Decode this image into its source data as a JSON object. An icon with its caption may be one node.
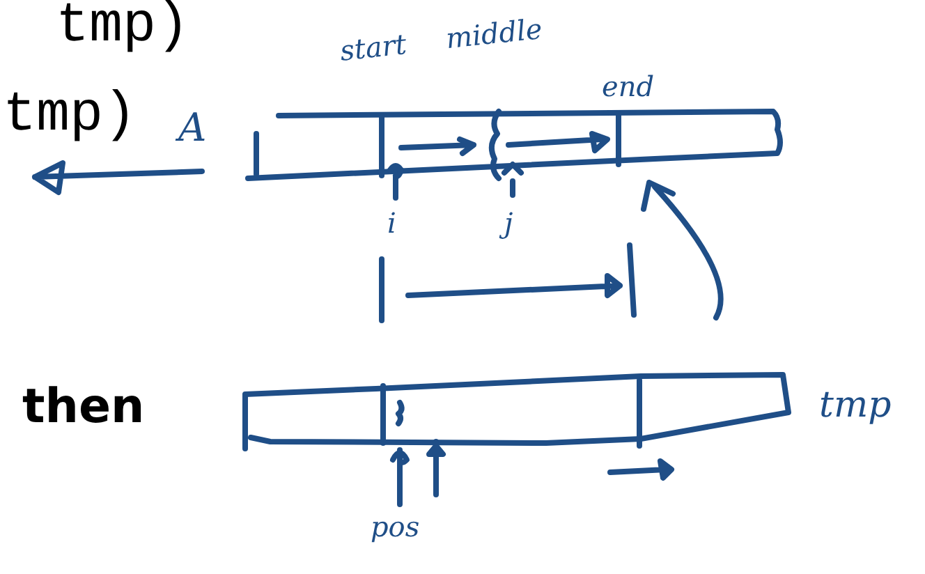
{
  "diagram": {
    "labels": [
      "tmp)",
      "start",
      "middle",
      "end",
      "tmp)",
      "A",
      "i",
      "j",
      "then",
      "tmp",
      "pos"
    ]
  }
}
